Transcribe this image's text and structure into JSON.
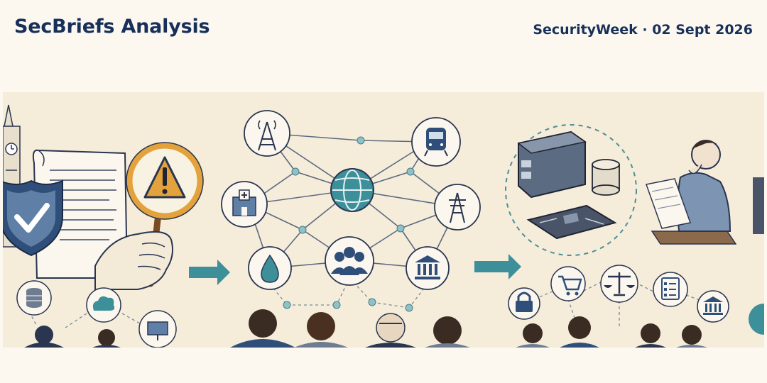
{
  "header": {
    "title": "SecBriefs Analysis",
    "meta": "SecurityWeek · 02 Sept 2026"
  },
  "colors": {
    "background": "#fdf8ef",
    "hero_background": "#f5ecda",
    "ink": "#17305a",
    "teal": "#3d8f9a",
    "warning_amber": "#e4a23c"
  },
  "hero": {
    "panels": [
      {
        "name": "policy-warning-panel",
        "icons": [
          "big-ben-icon",
          "shield-check-icon",
          "document-icon",
          "magnifier-warning-icon",
          "database-icon",
          "cloud-icon",
          "monitor-icon"
        ]
      },
      {
        "name": "critical-infrastructure-network-panel",
        "icons": [
          "radio-tower-icon",
          "train-icon",
          "hospital-icon",
          "globe-icon",
          "power-pylon-icon",
          "water-drop-icon",
          "people-group-icon",
          "government-building-icon"
        ]
      },
      {
        "name": "hardware-analyst-panel",
        "icons": [
          "server-icon",
          "cylinder-device-icon",
          "circuit-board-icon",
          "analyst-person-icon",
          "padlock-icon",
          "shopping-cart-icon",
          "scales-icon",
          "clipboard-checklist-icon",
          "bank-building-icon"
        ]
      }
    ]
  }
}
